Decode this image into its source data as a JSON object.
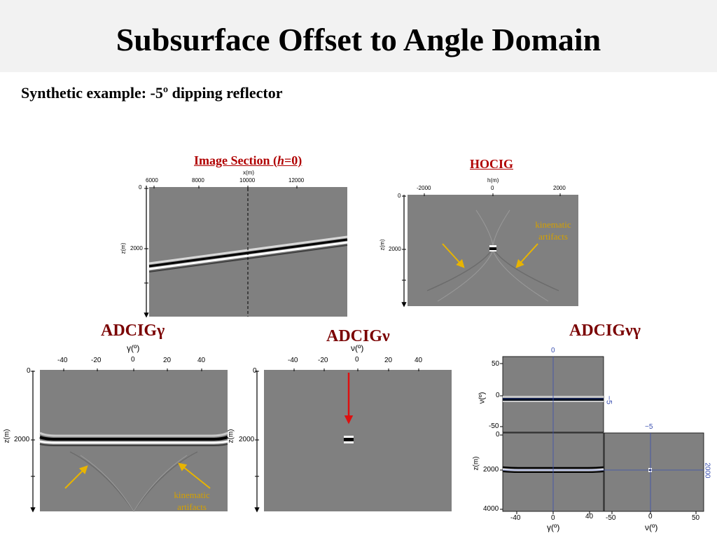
{
  "title": "Subsurface Offset to Angle Domain",
  "subtitle": "Synthetic example: -5º dipping reflector",
  "image_section": {
    "title_prefix": "Image Section (",
    "title_h": "h",
    "title_suffix": "=0)",
    "x_axis_label": "x(m)",
    "x_ticks": [
      "6000",
      "8000",
      "10000",
      "12000"
    ],
    "z_axis_label": "z(m)",
    "z_ticks": [
      "0",
      "2000"
    ]
  },
  "hocig": {
    "title": "HOCIG",
    "x_axis_label": "h(m)",
    "x_ticks": [
      "-2000",
      "0",
      "2000"
    ],
    "z_axis_label": "z(m)",
    "z_ticks": [
      "0",
      "2000"
    ],
    "annotation_line1": "kinematic",
    "annotation_line2": "artifacts"
  },
  "adcig_gamma": {
    "label": "ADCIGγ",
    "x_axis_label": "γ(º)",
    "x_ticks": [
      "-40",
      "-20",
      "0",
      "20",
      "40"
    ],
    "z_axis_label": "z(m)",
    "z_ticks": [
      "0",
      "2000"
    ],
    "annotation_line1": "kinematic",
    "annotation_line2": "artifacts"
  },
  "adcig_nu": {
    "label": "ADCIGν",
    "x_axis_label": "ν(º)",
    "x_ticks": [
      "-40",
      "-20",
      "0",
      "20",
      "40"
    ],
    "z_axis_label": "z(m)",
    "z_ticks": [
      "0",
      "2000"
    ]
  },
  "adcig_nu_gamma": {
    "label": "ADCIGνγ",
    "top_nu_label": "ν(º)",
    "top_nu_ticks": [
      "50",
      "0",
      "-50"
    ],
    "top_line_label": "0",
    "top_side_label": "−5",
    "left_z_label": "z(m)",
    "left_z_ticks": [
      "0",
      "2000",
      "4000"
    ],
    "bottom_gamma_ticks": [
      "-40",
      "0",
      "40"
    ],
    "bottom_gamma_label": "γ(º)",
    "right_nu_ticks": [
      "-50",
      "0",
      "50"
    ],
    "right_nu_label": "ν(º)",
    "right_top_label": "−5",
    "right_side_label": "2000"
  },
  "colors": {
    "panel_gray": "#808080",
    "title_red": "#b00000",
    "label_red": "#7a0000",
    "arrow_yellow": "#e8b400",
    "arrow_red": "#dd1010",
    "guide_blue": "#3a4fb0"
  }
}
